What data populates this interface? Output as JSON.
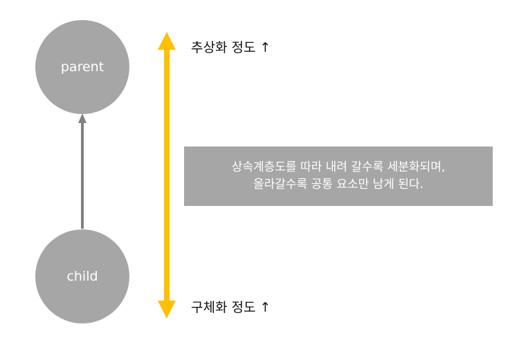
{
  "nodes": {
    "parent": "parent",
    "child": "child"
  },
  "scale": {
    "top_label": "추상화 정도 ↑",
    "bottom_label": "구체화 정도 ↑"
  },
  "note": {
    "line1": "상속계층도를 따라 내려 갈수록 세분화되며,",
    "line2": "올라갈수록 공통 요소만 남게 된다."
  },
  "colors": {
    "node_fill": "#a6a6a6",
    "inheritance_arrow": "#808080",
    "scale_arrow": "#ffc000",
    "note_fill": "#a6a6a6"
  }
}
